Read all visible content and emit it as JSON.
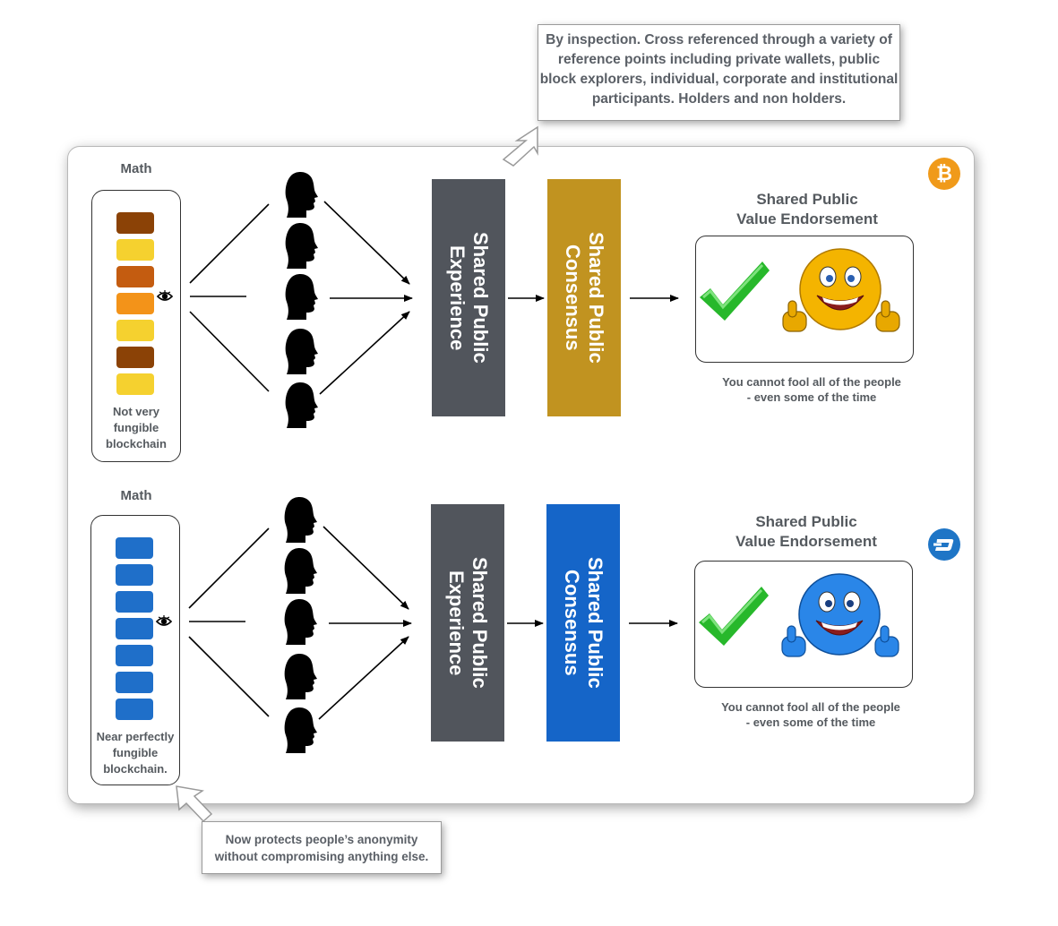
{
  "callouts": {
    "top": "By inspection. Cross referenced through a variety of reference points including private wallets, public block explorers, individual, corporate and institutional participants. Holders and non holders.",
    "bottom": "Now protects people’s anonymity without compromising anything else."
  },
  "rows": [
    {
      "math_label": "Math",
      "chain_caption": "Not very\nfungible\nblockchain",
      "block_colors": [
        "#8b4206",
        "#f5d12f",
        "#c45c10",
        "#f39319",
        "#f5d12f",
        "#8b4206",
        "#f5d12f"
      ],
      "experience_label": "Shared Public\nExperience",
      "consensus_label": "Shared Public\nConsensus",
      "consensus_color": "#c19320",
      "endorse_title": "Shared Public\nValue Endorsement",
      "fool_text": "You cannot fool all of the people\n- even some of the time",
      "coin_icon": "bitcoin-icon",
      "coin_glyph": "₿",
      "coin_color": "#f09a1a",
      "smiley_color": "#f4b400"
    },
    {
      "math_label": "Math",
      "chain_caption": "Near perfectly\nfungible\nblockchain.",
      "block_colors": [
        "#1f6fc9",
        "#1f6fc9",
        "#1f6fc9",
        "#1f6fc9",
        "#1f6fc9",
        "#1f6fc9",
        "#1f6fc9"
      ],
      "experience_label": "Shared Public\nExperience",
      "consensus_label": "Shared Public\nConsensus",
      "consensus_color": "#1565c8",
      "endorse_title": "Shared Public\nValue Endorsement",
      "fool_text": "You cannot fool all of the people\n- even some of the time",
      "coin_icon": "dash-icon",
      "coin_glyph": "",
      "coin_color": "#1e75c6",
      "smiley_color": "#2a86e8"
    }
  ],
  "colors": {
    "experience_bar": "#51555c"
  }
}
